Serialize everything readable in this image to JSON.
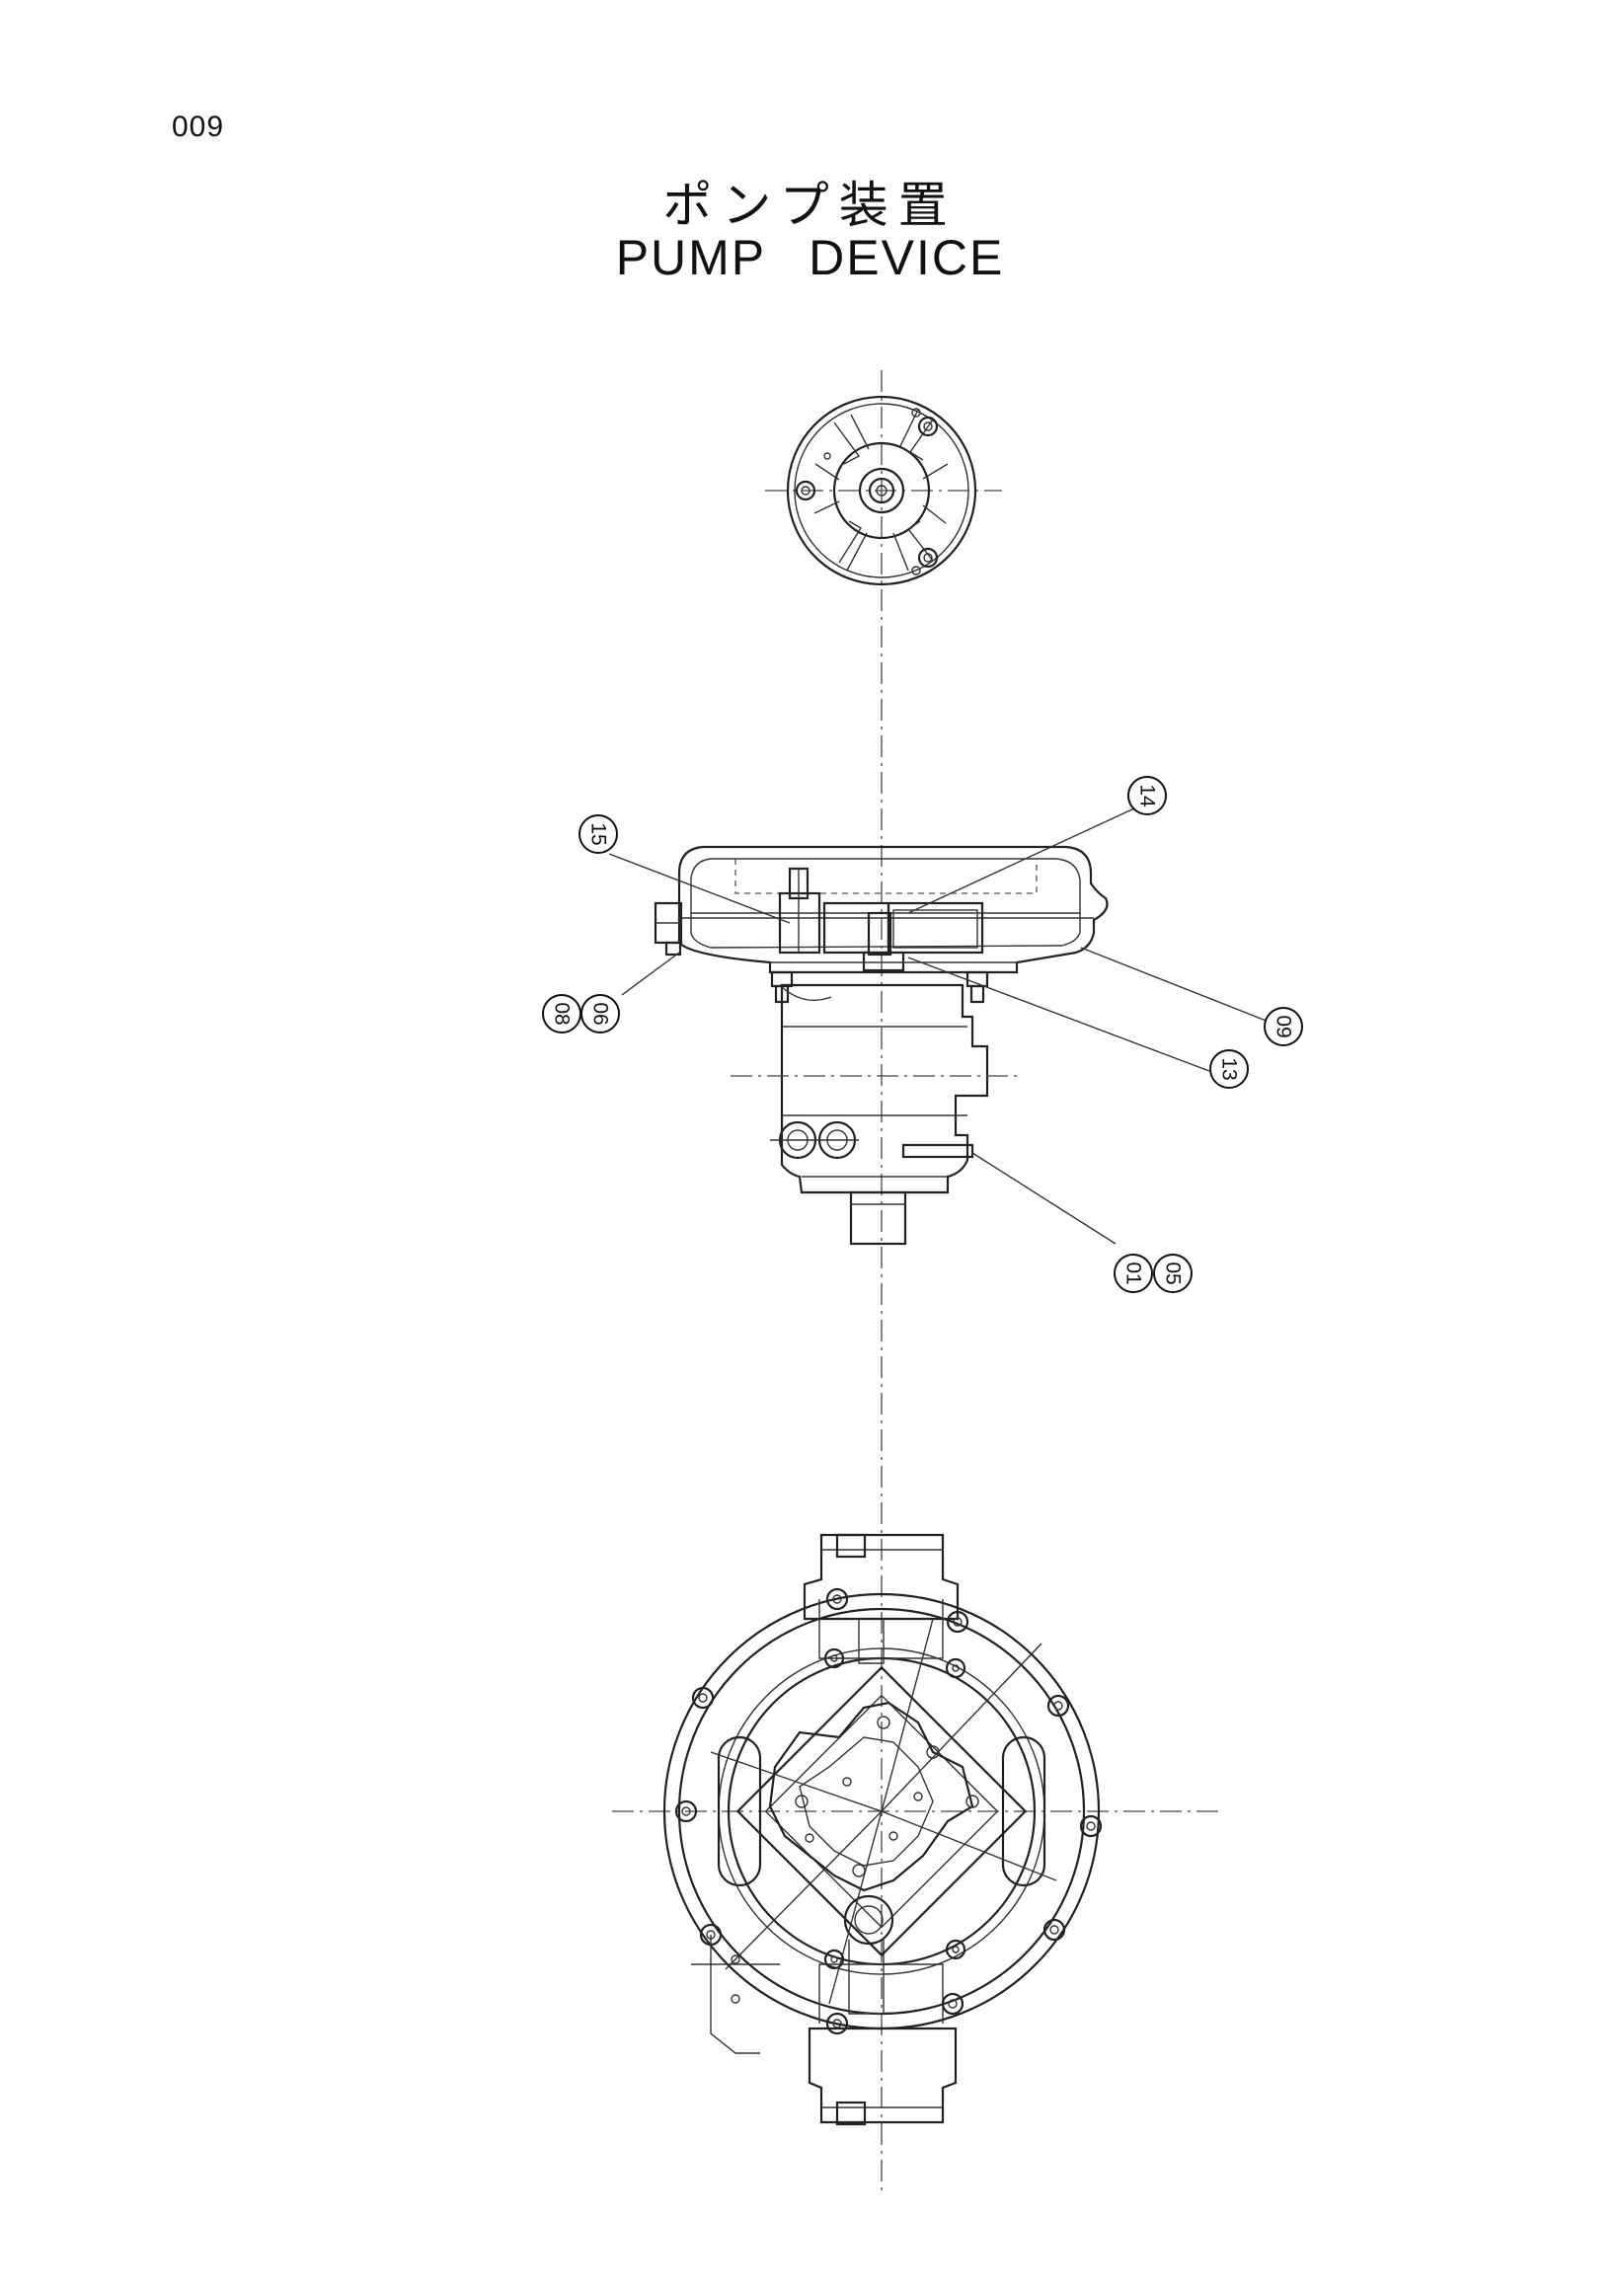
{
  "page_number": "009",
  "title": {
    "jp": "ポンプ装置",
    "en": "PUMP   DEVICE"
  },
  "callouts": {
    "c15": "15",
    "c14": "14",
    "c08": "08",
    "c06": "06",
    "c09": "09",
    "c13": "13",
    "c01": "01",
    "c05": "05"
  }
}
